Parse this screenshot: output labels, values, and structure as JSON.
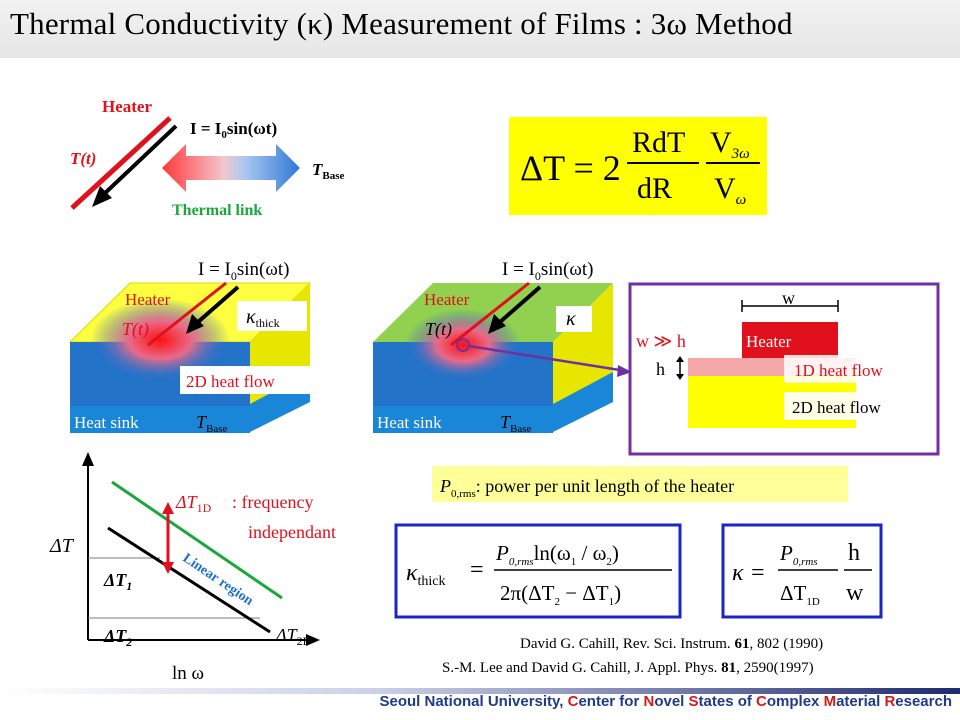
{
  "title": "Thermal Conductivity (κ) Measurement of Films : 3ω Method",
  "schematic": {
    "heater": "Heater",
    "t_of_t": "T(t)",
    "current": "I = I",
    "current_sub": "0",
    "current_tail": "sin(ωt)",
    "t_base": "T",
    "t_base_sub": "Base",
    "thermal_link": "Thermal link"
  },
  "formula_top": {
    "lhs": "ΔT = 2",
    "num1": "RdT",
    "den1": "dR",
    "num2": "V",
    "num2_sub": "3ω",
    "den2": "V",
    "den2_sub": "ω"
  },
  "block_left": {
    "current": "I = I",
    "current_sub": "0",
    "current_tail": "sin(ωt)",
    "heater": "Heater",
    "t_of_t": "T(t)",
    "kappa": "κ",
    "kappa_sub": "thick",
    "flow": "2D heat flow",
    "heat_sink": "Heat sink",
    "t_base": "T",
    "t_base_sub": "Base"
  },
  "block_right": {
    "current": "I = I",
    "current_sub": "0",
    "current_tail": "sin(ωt)",
    "heater": "Heater",
    "t_of_t": "T(t)",
    "kappa": "κ",
    "heat_sink": "Heat sink",
    "t_base": "T",
    "t_base_sub": "Base"
  },
  "detail": {
    "w": "w",
    "w_gg_h": "w ≫ h",
    "heater": "Heater",
    "h": "h",
    "flow_1d": "1D heat flow",
    "flow_2d": "2D heat flow"
  },
  "plot": {
    "ylabel": "ΔT",
    "xlabel": "ln ω",
    "dt1": "ΔT",
    "dt1_sub": "1",
    "dt2": "ΔT",
    "dt2_sub": "2",
    "dt2d": "ΔT",
    "dt2d_sub": "2D",
    "dt1d": "ΔT",
    "dt1d_sub": "1D",
    "freq_note_1": ": frequency",
    "freq_note_2": "independant",
    "linear_region": "Linear region"
  },
  "power_note": {
    "p": "P",
    "p_sub": "0,rms",
    "text": ": power per unit length of the heater"
  },
  "formula_thick": {
    "lhs": "κ",
    "lhs_sub": "thick",
    "num": "P",
    "num_sub": "0,rms",
    "num_tail": "ln(ω",
    "num_sub2": "1",
    "num_mid": " / ω",
    "num_sub3": "2",
    "num_close": ")",
    "den": "2π(ΔT",
    "den_sub1": "2",
    "den_mid": " − ΔT",
    "den_sub2": "1",
    "den_close": ")"
  },
  "formula_thin": {
    "lhs": "κ =",
    "num": "P",
    "num_sub": "0,rms",
    "den": "ΔT",
    "den_sub": "1D",
    "frac2_num": "h",
    "frac2_den": "w"
  },
  "references": {
    "ref1_pre": "David G. Cahill, Rev.  Sci. Instrum. ",
    "ref1_vol": "61",
    "ref1_post": ", 802 (1990)",
    "ref2_pre": "S.-M. Lee and David G. Cahill, J. Appl. Phys. ",
    "ref2_vol": "81",
    "ref2_post": ", 2590(1997)"
  },
  "footer": {
    "s1": "Seoul National University, ",
    "c": "C",
    "s2": "enter for ",
    "n": "N",
    "s3": "ovel ",
    "st": "S",
    "s4": "tates of ",
    "cx": "C",
    "s5": "omplex ",
    "m": "M",
    "s6": "aterial ",
    "r": "R",
    "s7": "esearch"
  },
  "colors": {
    "heater_red": "#e0101c",
    "link_green": "#1aa83c",
    "yellow": "#ffff00",
    "blue": "#1f6fd0",
    "purple": "#7030a0",
    "formula_border": "#1a24c8",
    "footer_blue": "#1f3a8a"
  }
}
